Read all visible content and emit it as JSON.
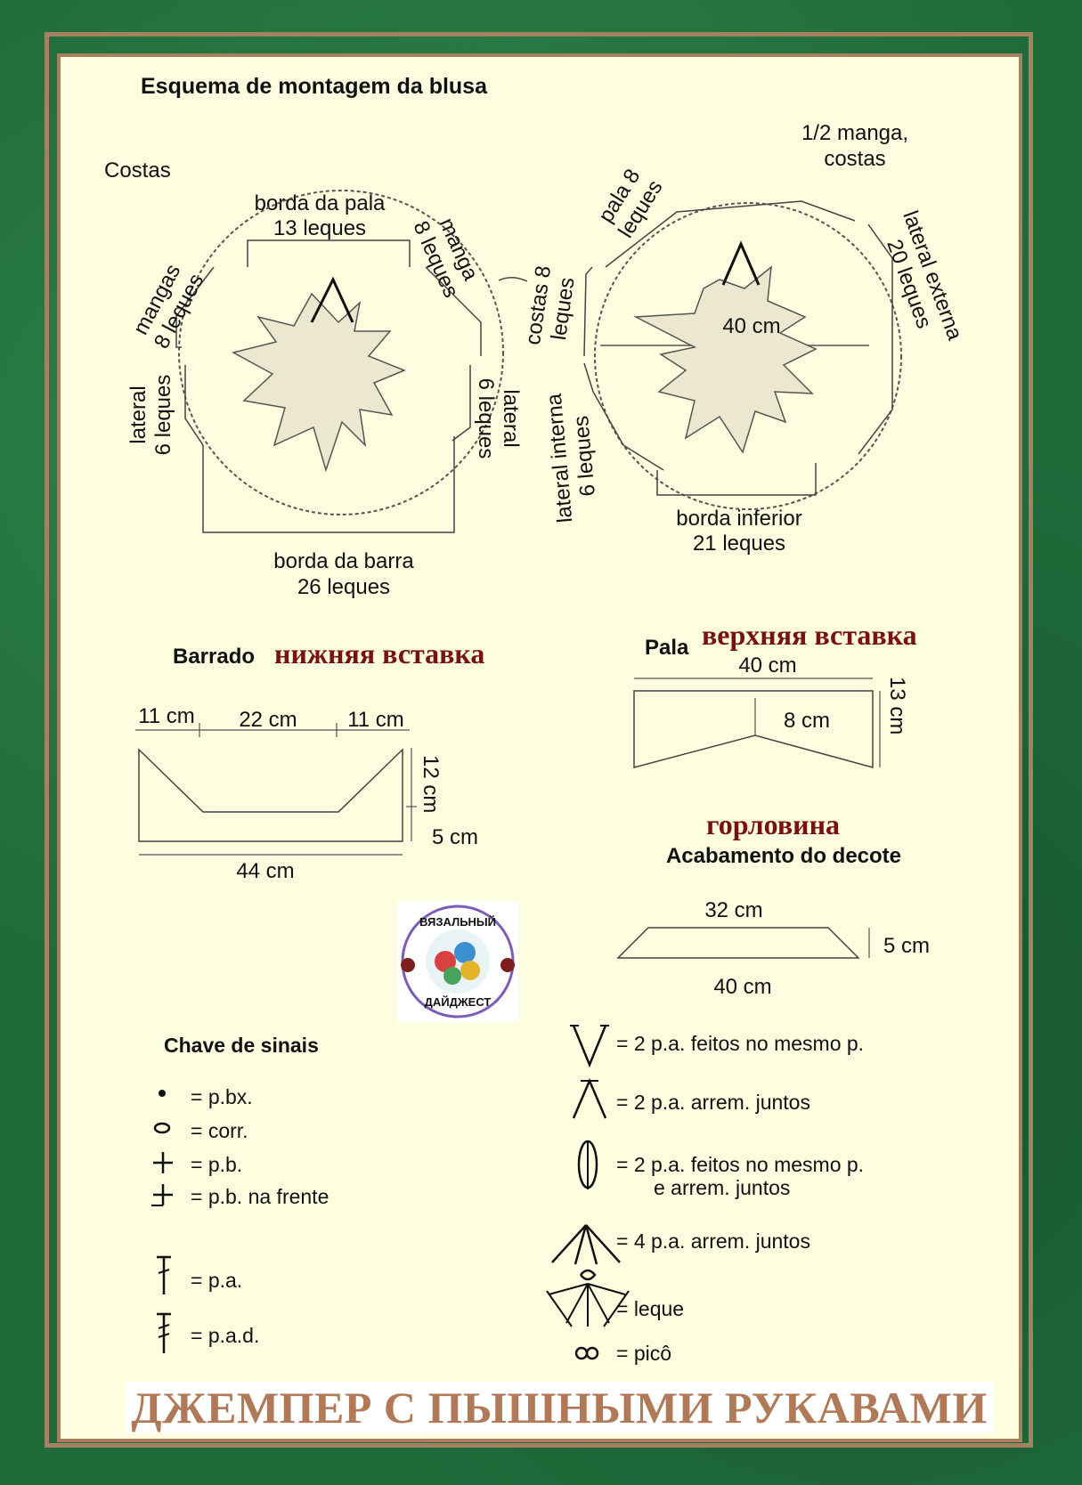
{
  "title": "Esquema de montagem da blusa",
  "back": {
    "label": "Costas",
    "top_edge": [
      "borda da pala",
      "13 leques"
    ],
    "sleeves": [
      "mangas",
      "8 leques"
    ],
    "sleeve_right": [
      "manga",
      "8 leques"
    ],
    "lateral_left": [
      "lateral",
      "6 leques"
    ],
    "lateral_right": [
      "lateral",
      "6 leques"
    ],
    "bottom_edge": [
      "borda da barra",
      "26 leques"
    ]
  },
  "half_sleeve": {
    "label": [
      "1/2 manga,",
      "costas"
    ],
    "pala": [
      "pala 8",
      "leques"
    ],
    "costas": [
      "costas 8",
      "leques"
    ],
    "lateral_externa": [
      "lateral externa",
      "20 leques"
    ],
    "lateral_interna": [
      "lateral interna",
      "6 leques"
    ],
    "width": "40 cm",
    "bottom_edge": [
      "borda inferior",
      "21 leques"
    ]
  },
  "barrado": {
    "label": "Barrado",
    "label_ru": "нижняя вставка",
    "seg1": "11 cm",
    "seg2": "22 cm",
    "seg3": "11 cm",
    "height": "12 cm",
    "inner": "5 cm",
    "width": "44 cm"
  },
  "pala": {
    "label": "Pala",
    "label_ru": "верхняя вставка",
    "width": "40 cm",
    "height": "13 cm",
    "inner": "8 cm"
  },
  "decote": {
    "label_ru": "горловина",
    "label": "Acabamento do decote",
    "top": "32 cm",
    "height": "5 cm",
    "bottom": "40 cm"
  },
  "logo": {
    "top_text": "ВЯЗАЛЬНЫЙ",
    "bottom_text": "ДАЙДЖЕСТ"
  },
  "legend": {
    "title": "Chave de sinais",
    "left": [
      {
        "icon": "dot-icon",
        "text": "= p.bx."
      },
      {
        "icon": "oval-icon",
        "text": "= corr."
      },
      {
        "icon": "plus-icon",
        "text": "= p.b."
      },
      {
        "icon": "front-plus-icon",
        "text": "= p.b. na frente"
      },
      {
        "icon": "tall-stitch-icon",
        "text": "= p.a."
      },
      {
        "icon": "double-tall-stitch-icon",
        "text": "= p.a.d."
      }
    ],
    "right": [
      {
        "icon": "v-stitch-icon",
        "text": "= 2 p.a. feitos no mesmo p."
      },
      {
        "icon": "a-stitch-icon",
        "text": "= 2 p.a. arrem. juntos"
      },
      {
        "icon": "cluster-icon",
        "text": "= 2 p.a. feitos no mesmo p."
      },
      {
        "icon": "cluster-cont",
        "text": "e arrem. juntos"
      },
      {
        "icon": "fan-four-icon",
        "text": "= 4 p.a. arrem. juntos"
      },
      {
        "icon": "leque-icon",
        "text": "= leque"
      },
      {
        "icon": "pico-icon",
        "text": "= picô"
      }
    ]
  },
  "footer": "ДЖЕМПЕР С ПЫШНЫМИ РУКАВАМИ"
}
